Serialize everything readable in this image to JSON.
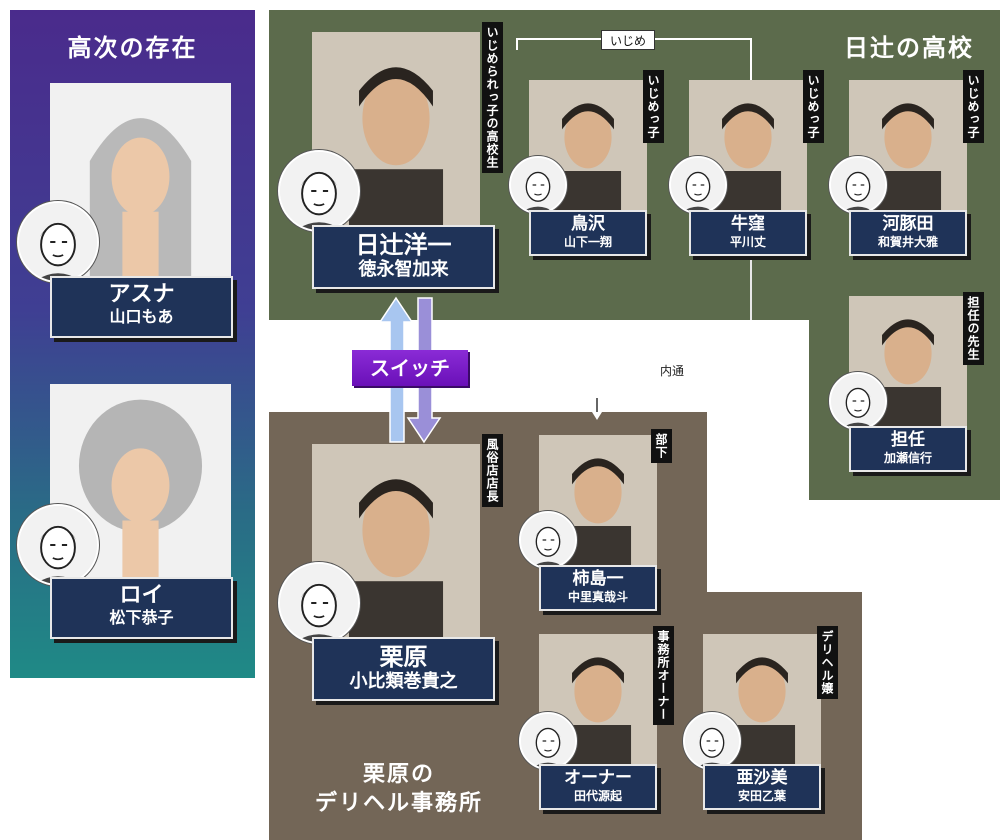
{
  "groups": {
    "koji": "高次の存在",
    "school": "日辻の高校",
    "deli_line1": "栗原の",
    "deli_line2": "デリヘル事務所"
  },
  "relations": {
    "ijime": "いじめ",
    "naitsu": "内通",
    "switch": "スイッチ"
  },
  "characters": {
    "asuna": {
      "role": "アスナ",
      "actor": "山口もあ"
    },
    "roi": {
      "role": "ロイ",
      "actor": "松下恭子"
    },
    "hitsuji": {
      "role": "日辻洋一",
      "actor": "徳永智加来",
      "tag": "いじめられっ子の高校生"
    },
    "torisawa": {
      "role": "鳥沢",
      "actor": "山下一翔",
      "tag": "いじめっ子"
    },
    "ushikubo": {
      "role": "牛窪",
      "actor": "平川丈",
      "tag": "いじめっ子"
    },
    "kafuta": {
      "role": "河豚田",
      "actor": "和賀井大雅",
      "tag": "いじめっ子"
    },
    "tannin": {
      "role": "担任",
      "actor": "加瀬信行",
      "tag": "担任の先生"
    },
    "kurihara": {
      "role": "栗原",
      "actor": "小比類巻貴之",
      "tag": "風俗店店長"
    },
    "kakishima": {
      "role": "柿島一",
      "actor": "中里真哉斗",
      "tag": "部下"
    },
    "owner": {
      "role": "オーナー",
      "actor": "田代源起",
      "tag": "事務所オーナー"
    },
    "asami": {
      "role": "亜沙美",
      "actor": "安田乙葉",
      "tag": "デリヘル嬢"
    }
  }
}
